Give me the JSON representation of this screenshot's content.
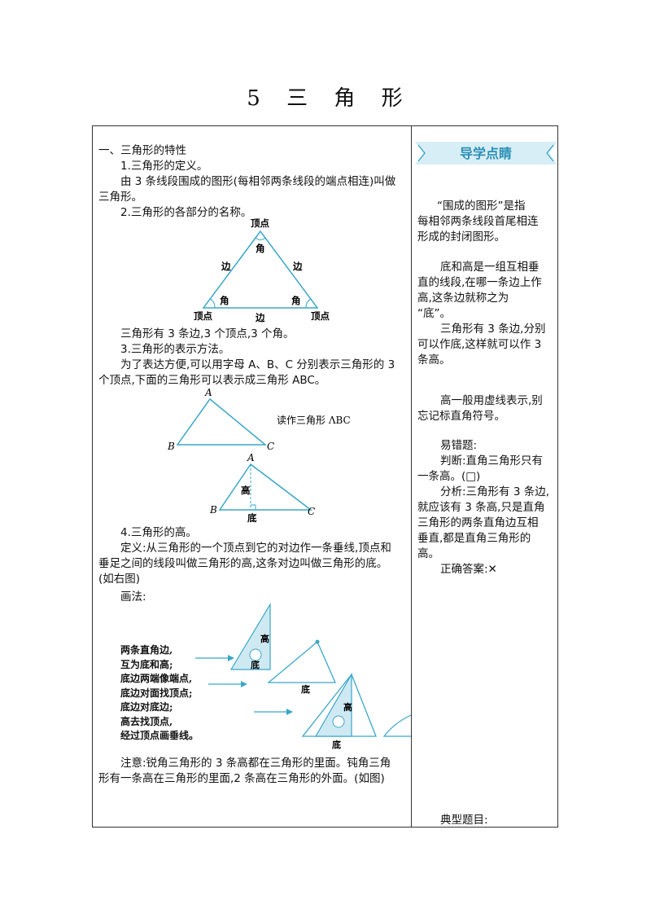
{
  "title": {
    "num": "5",
    "chars": [
      "三",
      "角",
      "形"
    ]
  },
  "left": {
    "h1": "一、三角形的特性",
    "s1": "1.三角形的定义。",
    "p1a": "由 3 条线段围成的图形(每相邻两条线段的端点相连)叫做",
    "p1b": "三角形。",
    "s2": "2.三角形的各部分的名称。",
    "fig1": {
      "top": "顶点",
      "angle_top": "角",
      "edge_left": "边",
      "edge_right": "边",
      "angle_left": "角",
      "angle_right": "角",
      "vertex_left": "顶点",
      "edge_bottom": "边",
      "vertex_right": "顶点"
    },
    "p2": "三角形有 3 条边,3 个顶点,3 个角。",
    "s3": "3.三角形的表示方法。",
    "p3a": "为了表达方便,可以用字母 A、B、C 分别表示三角形的 3",
    "p3b": "个顶点,下面的三角形可以表示成三角形 ABC。",
    "fig2": {
      "a": "A",
      "b": "B",
      "c": "C",
      "read": "读作三角形 ΛBC"
    },
    "fig3": {
      "a": "A",
      "b": "B",
      "c": "C",
      "height": "高",
      "base": "底"
    },
    "s4": "4.三角形的高。",
    "p4a": "定义:从三角形的一个顶点到它的对边作一条垂线,顶点和",
    "p4b": "垂足之间的线段叫做三角形的高,这条对边叫做三角形的底。",
    "p4c": "(如右图)",
    "method": "画法:",
    "poem": [
      "两条直角边,",
      "互为底和高;",
      "底边两端像端点,",
      "底边对面找顶点;",
      "底边对底边;",
      "高去找顶点,",
      "经过顶点画垂线。"
    ],
    "fig4": {
      "height": "高",
      "base": "底",
      "base2": "底",
      "height2": "高",
      "base3": "底"
    },
    "note_a": "注意:锐角三角形的 3 条高都在三角形的里面。钝角三角",
    "note_b": "形有一条高在三角形的里面,2 条高在三角形的外面。(如图)"
  },
  "right": {
    "banner": "导学点睛",
    "lines": [
      "“围成的图形”是指",
      "每相邻两条线段首尾相连",
      "形成的封闭图形。",
      "底和高是一组互相垂",
      "直的线段,在哪一条边上作",
      "高,这条边就称之为",
      "“底”。",
      "三角形有 3 条边,分别",
      "可以作底,这样就可以作 3",
      "条高。",
      "高一般用虚线表示,别",
      "忘记标直角符号。",
      "易错题:",
      "判断:直角三角形只有",
      "一条高。(□)",
      "分析:三角形有 3 条边,",
      "就应该有 3 条高,只是直角",
      "三角形的两条直角边互相",
      "垂直,都是直角三角形的",
      "高。",
      "正确答案:✕",
      "典型题目:"
    ]
  },
  "colors": {
    "accent": "#3aa7c9",
    "banner_bg": "#d8eef6",
    "banner_text": "#2a8fb5",
    "fill": "#cfe9f3"
  }
}
